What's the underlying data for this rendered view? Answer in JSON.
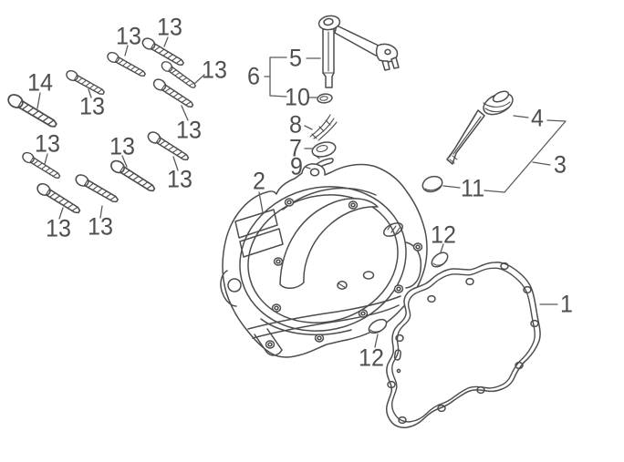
{
  "figure": {
    "kind": "exploded-parts-diagram",
    "background_color": "#ffffff",
    "line_color": "#4d4d4d",
    "label_color": "#4f4f4f",
    "leader_color": "#5a5a5a"
  },
  "callouts": [
    {
      "label": "13",
      "part": "cover-bolt"
    },
    {
      "label": "13",
      "part": "cover-bolt"
    },
    {
      "label": "13",
      "part": "cover-bolt"
    },
    {
      "label": "14",
      "part": "cover-bolt-long"
    },
    {
      "label": "13",
      "part": "cover-bolt"
    },
    {
      "label": "13",
      "part": "cover-bolt"
    },
    {
      "label": "13",
      "part": "cover-bolt"
    },
    {
      "label": "13",
      "part": "cover-bolt"
    },
    {
      "label": "13",
      "part": "cover-bolt"
    },
    {
      "label": "13",
      "part": "cover-bolt"
    },
    {
      "label": "13",
      "part": "cover-bolt"
    },
    {
      "label": "5",
      "part": "release-lever-shaft"
    },
    {
      "label": "6",
      "part": "lever-and-washer-set"
    },
    {
      "label": "10",
      "part": "seal-washer"
    },
    {
      "label": "8",
      "part": "spring-washer"
    },
    {
      "label": "7",
      "part": "plate-washer"
    },
    {
      "label": "9",
      "part": "retainer-clip"
    },
    {
      "label": "2",
      "part": "clutch-cover"
    },
    {
      "label": "4",
      "part": "oil-dipstick"
    },
    {
      "label": "3",
      "part": "dipstick-assembly"
    },
    {
      "label": "11",
      "part": "o-ring"
    },
    {
      "label": "12",
      "part": "oval-plug"
    },
    {
      "label": "12",
      "part": "oval-plug"
    },
    {
      "label": "1",
      "part": "cover-gasket"
    }
  ]
}
